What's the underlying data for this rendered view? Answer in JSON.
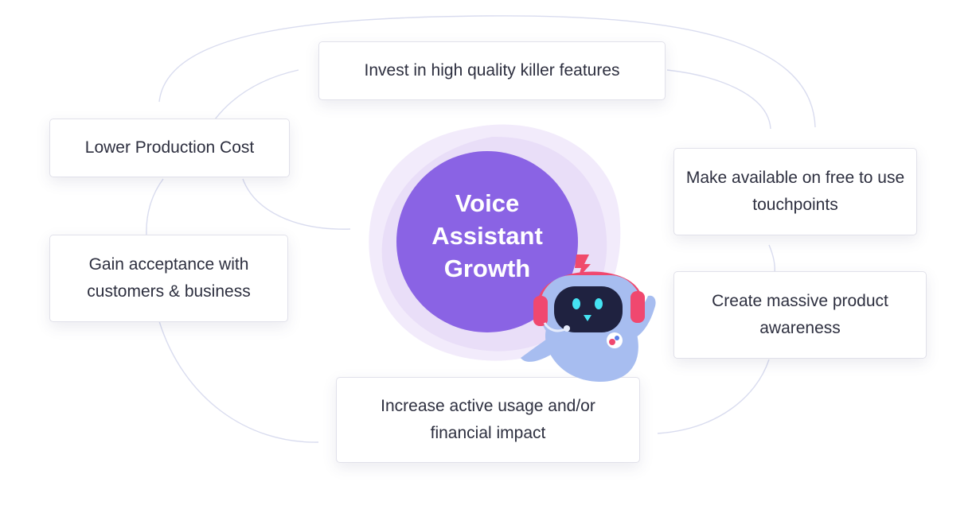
{
  "diagram": {
    "hub": {
      "label": "Voice\nAssistant\nGrowth",
      "color": "#8a63e4",
      "halo_colors": [
        "#f2ebfb",
        "#e9def8"
      ]
    },
    "nodes": [
      {
        "id": "invest",
        "text": "Invest in high quality killer features"
      },
      {
        "id": "lower-cost",
        "text": "Lower Production Cost"
      },
      {
        "id": "acceptance",
        "text": "Gain acceptance with customers & business"
      },
      {
        "id": "touchpoints",
        "text": "Make available on free to use touchpoints"
      },
      {
        "id": "awareness",
        "text": "Create massive product awareness"
      },
      {
        "id": "active-usage",
        "text": "Increase active usage and/or financial impact"
      }
    ],
    "connector_color": "#d9dcef",
    "mascot": {
      "icon": "robot-mascot-icon",
      "body_color": "#a7bdf0",
      "headphone_color": "#f0486f",
      "bolt_color": "#f04a6b",
      "eye_color": "#45e3f2"
    }
  }
}
